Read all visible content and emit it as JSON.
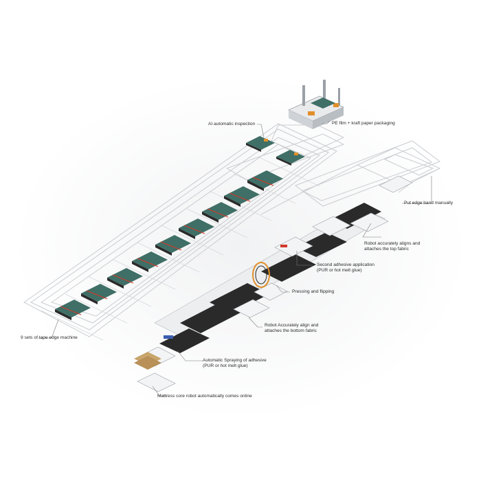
{
  "labels": {
    "pe_film": "PE film + kraft paper packaging",
    "ai_inspection": "AI automatic inspection",
    "put_edge_band": "Put edge band manually",
    "robot_top_1": "Robot accurately aligns and",
    "robot_top_2": "attaches the top fabric",
    "second_adhesive_1": "Second adhesive application",
    "second_adhesive_2": "(PUR or hot melt glue)",
    "pressing_flipping": "Pressing and flipping",
    "robot_bottom_1": "Robot Accurately align and",
    "robot_bottom_2": "attaches the bottom fabric",
    "tape_edge": "9 sets of tape edge machine",
    "auto_spray_1": "Automatic Spraying of adhesive",
    "auto_spray_2": "(PUR or hot melt glue)",
    "mattress_core": "Mattress core robot automatically comes online"
  },
  "colors": {
    "conveyor": "#c9ccd0",
    "machine_dark": "#2a2a2a",
    "machine_teal": "#3f6f66",
    "accent_red": "#d23a2a",
    "accent_orange": "#e0902a",
    "leader": "#7a7a7a"
  }
}
